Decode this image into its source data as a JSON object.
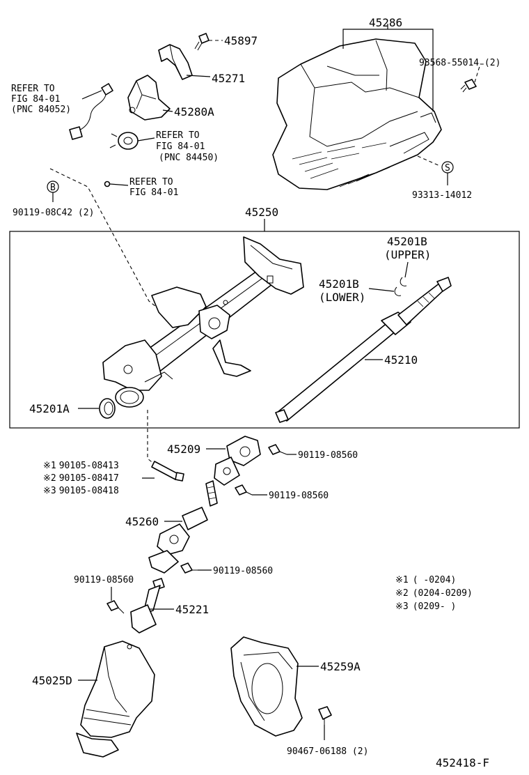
{
  "diagram_id": "452418-F",
  "frame_label": "45250",
  "parts": {
    "p45286": "45286",
    "p45897": "45897",
    "p45271": "45271",
    "p45280A": "45280A",
    "p93568": "93568-55014 (2)",
    "p93313": "93313-14012",
    "badge_s": "S",
    "badge_b": "B",
    "p90119_08C42": "90119-08C42 (2)",
    "p45201B_num_up": "45201B",
    "p45201B_upper": "(UPPER)",
    "p45201B_num_lo": "45201B",
    "p45201B_lower": "(LOWER)",
    "p45210": "45210",
    "p45201A": "45201A",
    "p45209": "45209",
    "p90119_08560_a": "90119-08560",
    "p90119_08560_b": "90119-08560",
    "p90119_08560_c": "90119-08560",
    "p90119_08560_d": "90119-08560",
    "p45260": "45260",
    "p45221": "45221",
    "p45025D": "45025D",
    "p45259A": "45259A",
    "p90467": "90467-06188 (2)"
  },
  "refer_notes": {
    "r1_line1": "REFER TO",
    "r1_line2": "FIG 84-01",
    "r1_line3": "(PNC 84052)",
    "r2_line1": "REFER TO",
    "r2_line2": "FIG 84-01",
    "r2_line3": "(PNC 84450)",
    "r3_line1": "REFER TO",
    "r3_line2": "FIG 84-01"
  },
  "bolt_variants": [
    {
      "mark": "※1",
      "part": "90105-08413"
    },
    {
      "mark": "※2",
      "part": "90105-08417"
    },
    {
      "mark": "※3",
      "part": "90105-08418"
    }
  ],
  "date_legend": [
    {
      "mark": "※1",
      "range": "(     -0204)"
    },
    {
      "mark": "※2",
      "range": "(0204-0209)"
    },
    {
      "mark": "※3",
      "range": "(0209-     )"
    }
  ]
}
